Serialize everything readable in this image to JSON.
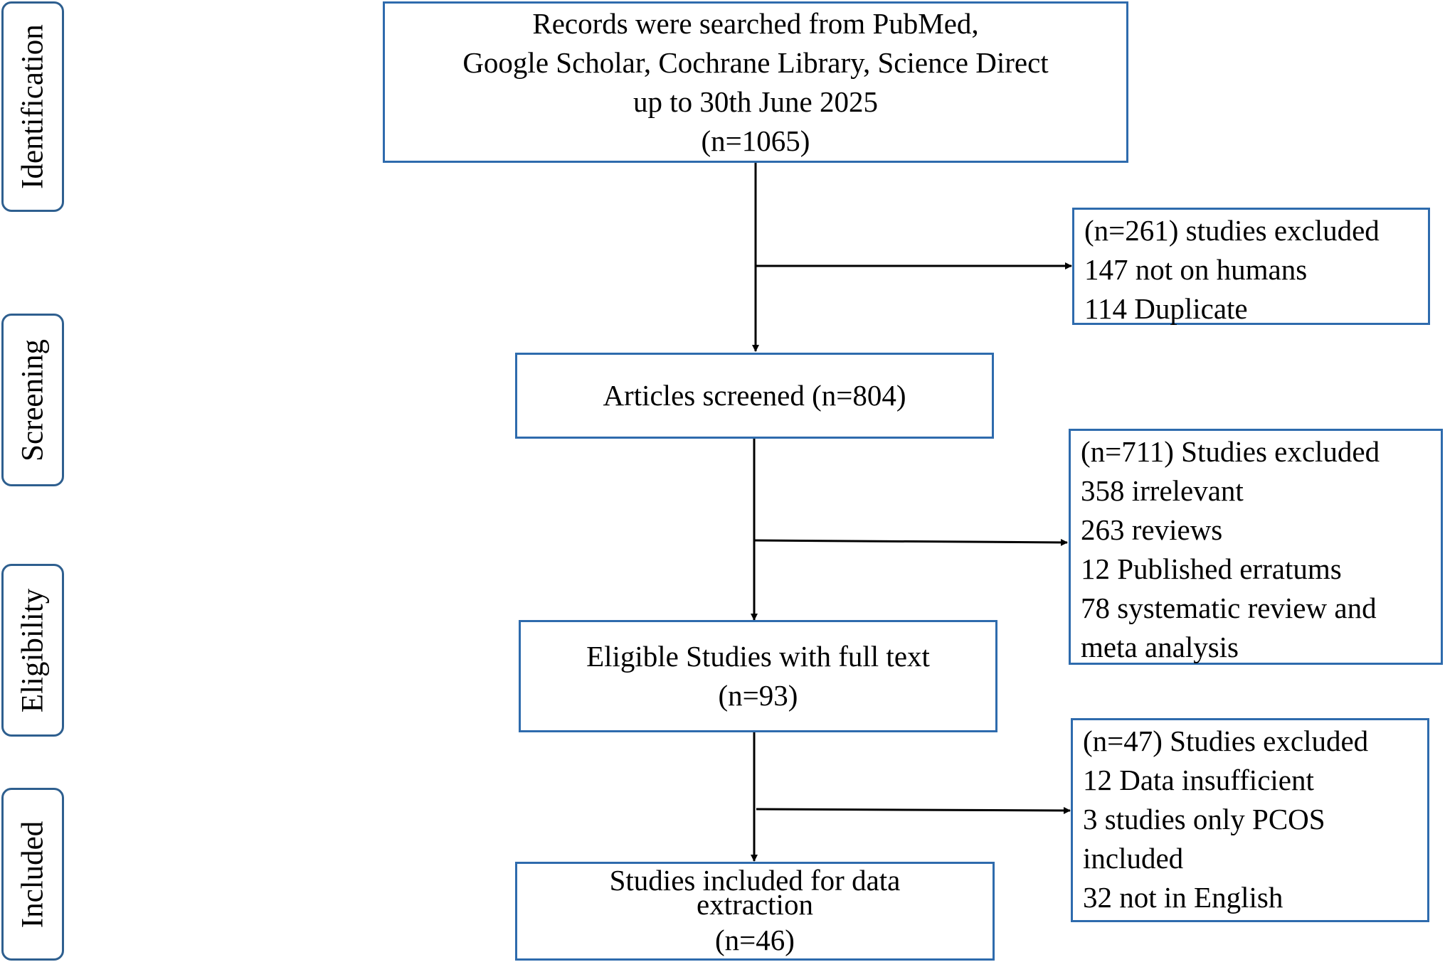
{
  "stages": {
    "identification": "Identification",
    "screening": "Screening",
    "eligibility": "Eligibility",
    "included": "Included"
  },
  "records_box": {
    "line1": "Records were searched from PubMed,",
    "line2": "Google Scholar, Cochrane Library, Science Direct",
    "line3": "up to 30th June 2025",
    "line4": "(n=1065)"
  },
  "screened_box": {
    "line1": "Articles screened (n=804)"
  },
  "eligible_box": {
    "line1": "Eligible Studies with full text",
    "line2": "(n=93)"
  },
  "included_box": {
    "line1": "Studies included for data",
    "line2": "extraction",
    "line3": "(n=46)"
  },
  "excluded_1": {
    "lines": [
      "(n=261) studies excluded",
      "147 not on humans",
      "114 Duplicate"
    ]
  },
  "excluded_2": {
    "lines": [
      "(n=711) Studies excluded",
      "358 irrelevant",
      "263 reviews",
      "12 Published erratums",
      "78 systematic review and",
      "meta analysis"
    ]
  },
  "excluded_3": {
    "lines": [
      "(n=47) Studies excluded",
      "12 Data insufficient",
      "3 studies only PCOS",
      "included",
      "32 not in English"
    ]
  },
  "colors": {
    "box_border": "#2e6bad",
    "stage_border": "#2e5f8f",
    "arrow": "#000000"
  }
}
